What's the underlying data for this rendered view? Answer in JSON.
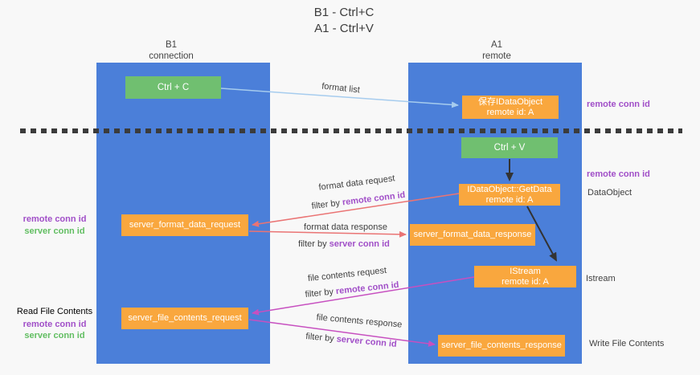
{
  "title": {
    "line1": "B1 - Ctrl+C",
    "line2": "A1 - Ctrl+V"
  },
  "lanes": {
    "left": {
      "name": "B1",
      "role": "connection"
    },
    "right": {
      "name": "A1",
      "role": "remote"
    }
  },
  "nodes": {
    "ctrl_c": "Ctrl + C",
    "ctrl_v": "Ctrl + V",
    "save_idataobject": {
      "line1": "保存IDataObject",
      "line2": "remote id: A"
    },
    "idataobject_getdata": {
      "line1": "IDataObject::GetData",
      "line2": "remote id: A"
    },
    "istream": {
      "line1": "IStream",
      "line2": "remote id: A"
    },
    "server_format_data_request": "server_format_data_request",
    "server_format_data_response": "server_format_data_response",
    "server_file_contents_request": "server_file_contents_request",
    "server_file_contents_response": "server_file_contents_response"
  },
  "flow_labels": {
    "format_list": "format list",
    "format_data_request": "format data request",
    "format_data_response": "format data response",
    "file_contents_request": "file contents request",
    "file_contents_response": "file contents response",
    "filter_by": "filter by ",
    "remote_conn_id": "remote conn id",
    "server_conn_id": "server conn id"
  },
  "side_labels": {
    "remote_conn_id": "remote conn id",
    "server_conn_id": "server conn id",
    "dataobject": "DataObject",
    "istream": "Istream",
    "read_file_contents": "Read File Contents",
    "write_file_contents": "Write File Contents"
  },
  "colors": {
    "lane_blue": "#4b7fd9",
    "green_box": "#70bf70",
    "orange_box": "#f9a73e",
    "arrow_light_blue": "#a6ccee",
    "arrow_red": "#ea7474",
    "arrow_magenta": "#c750c0",
    "arrow_black": "#333333",
    "text_purple": "#a14fc8",
    "text_green": "#62be62",
    "text_dark": "#3f3f3f",
    "background": "#f8f8f8"
  }
}
